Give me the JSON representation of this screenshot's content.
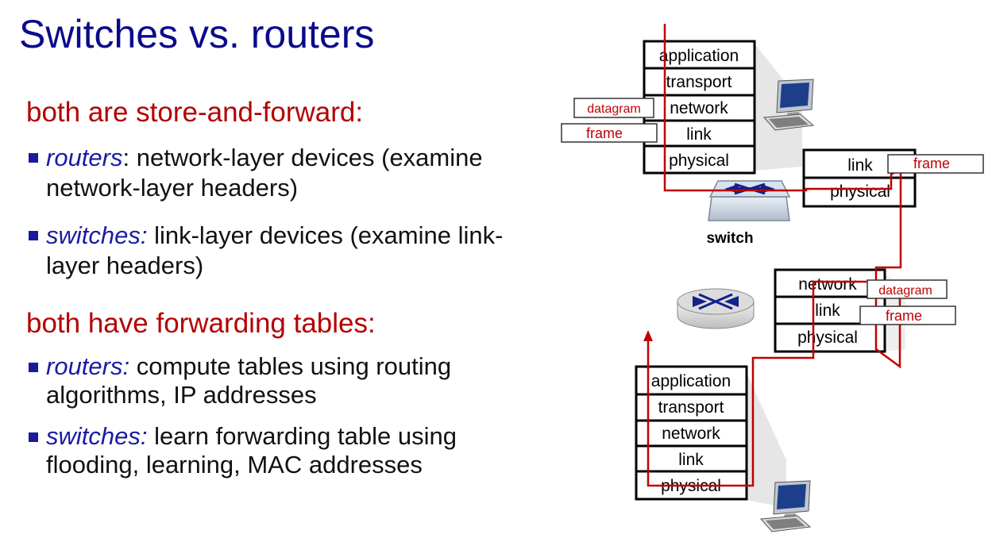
{
  "title": "Switches vs. routers",
  "section1": {
    "heading": "both are store-and-forward:",
    "bullets": [
      {
        "keyword": "routers",
        "sep": ":",
        "text": " network-layer devices (examine network-layer headers)"
      },
      {
        "keyword": "switches:",
        "sep": "",
        "text": " link-layer devices (examine link-layer headers)"
      }
    ]
  },
  "section2": {
    "heading": "both have forwarding tables:",
    "bullets": [
      {
        "keyword": "routers:",
        "sep": "",
        "text": " compute tables using routing algorithms, IP addresses"
      },
      {
        "keyword": "switches:",
        "sep": "",
        "text": " learn forwarding table using flooding, learning, MAC addresses"
      }
    ]
  },
  "diagram": {
    "top_stack": [
      "application",
      "transport",
      "network",
      "link",
      "physical"
    ],
    "switch_stack": [
      "link",
      "physical"
    ],
    "router_stack": [
      "network",
      "link",
      "physical"
    ],
    "bottom_stack": [
      "application",
      "transport",
      "network",
      "link",
      "physical"
    ],
    "switch_label": "switch",
    "tags": {
      "top_datagram": "datagram",
      "top_frame": "frame",
      "switch_frame": "frame",
      "router_datagram": "datagram",
      "router_frame": "frame"
    },
    "colors": {
      "path": "#c00000",
      "tag_text": "#c00000",
      "box_border": "#000000"
    }
  }
}
